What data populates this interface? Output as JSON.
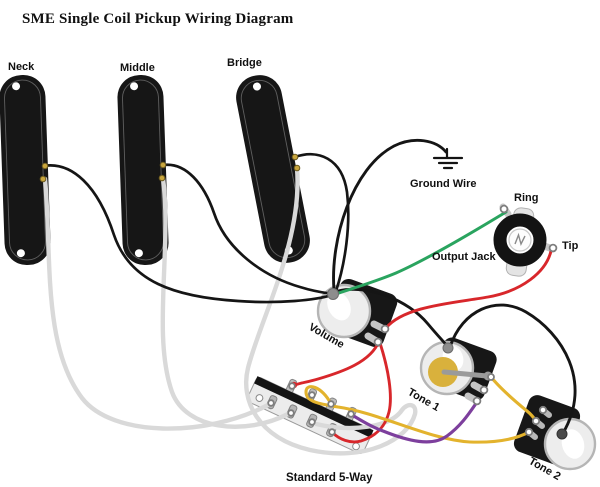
{
  "title": "SME Single Coil Pickup Wiring Diagram",
  "pickups": {
    "neck": "Neck",
    "middle": "Middle",
    "bridge": "Bridge"
  },
  "labels": {
    "ground_wire": "Ground Wire",
    "ring": "Ring",
    "tip": "Tip",
    "output_jack": "Output Jack",
    "volume": "Volume",
    "tone1": "Tone 1",
    "tone2": "Tone 2",
    "selector_switch": "Standard 5-Way"
  },
  "colors": {
    "wire_black": "#151515",
    "wire_white": "#d9d9d9",
    "wire_green": "#2aa45f",
    "wire_red": "#d8272b",
    "wire_yellow": "#e3b32d",
    "wire_purple": "#7d3f9d",
    "capacitor": "#d9b13c",
    "pickup_body": "#161616",
    "eyelet": "#c9a63e",
    "solder_joint": "#8d8d8d"
  }
}
